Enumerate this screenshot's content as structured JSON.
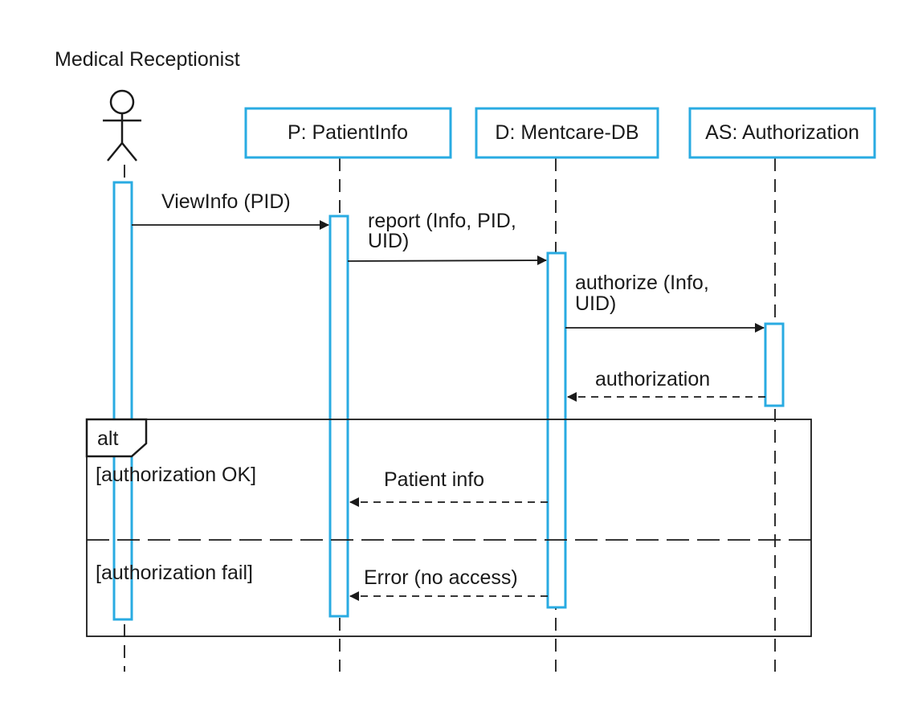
{
  "colors": {
    "accent": "#29abe2",
    "ink": "#1a1a1a",
    "background": "#ffffff"
  },
  "actor": {
    "name": "Medical Receptionist"
  },
  "lifelines": {
    "patient_info": "P: PatientInfo",
    "mentcare_db": "D: Mentcare-DB",
    "authorization": "AS: Authorization"
  },
  "messages": {
    "view_info": "ViewInfo (PID)",
    "report_line1": "report (Info, PID,",
    "report_line2": "UID)",
    "authorize_line1": "authorize (Info,",
    "authorize_line2": "UID)",
    "authorization_return": "authorization",
    "patient_info_return": "Patient info",
    "error_return": "Error (no access)"
  },
  "alt_fragment": {
    "operator": "alt",
    "guard_ok": "[authorization OK]",
    "guard_fail": "[authorization fail]"
  }
}
